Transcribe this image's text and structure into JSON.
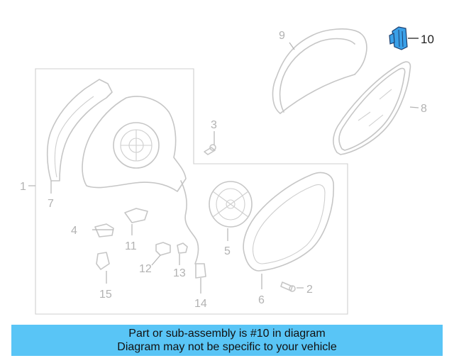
{
  "diagram": {
    "callouts": {
      "c1": "1",
      "c2": "2",
      "c3": "3",
      "c4": "4",
      "c5": "5",
      "c6": "6",
      "c7": "7",
      "c8": "8",
      "c9": "9",
      "c10": "10",
      "c11": "11",
      "c12": "12",
      "c13": "13",
      "c14": "14",
      "c15": "15"
    },
    "highlight_part": "10",
    "colors": {
      "line": "#c6c6c6",
      "highlight": "#3aa0e8",
      "banner": "#59c5f6"
    }
  },
  "banner": {
    "line1": "Part or sub-assembly is #10 in diagram",
    "line2": "Diagram may not be specific to your vehicle"
  }
}
